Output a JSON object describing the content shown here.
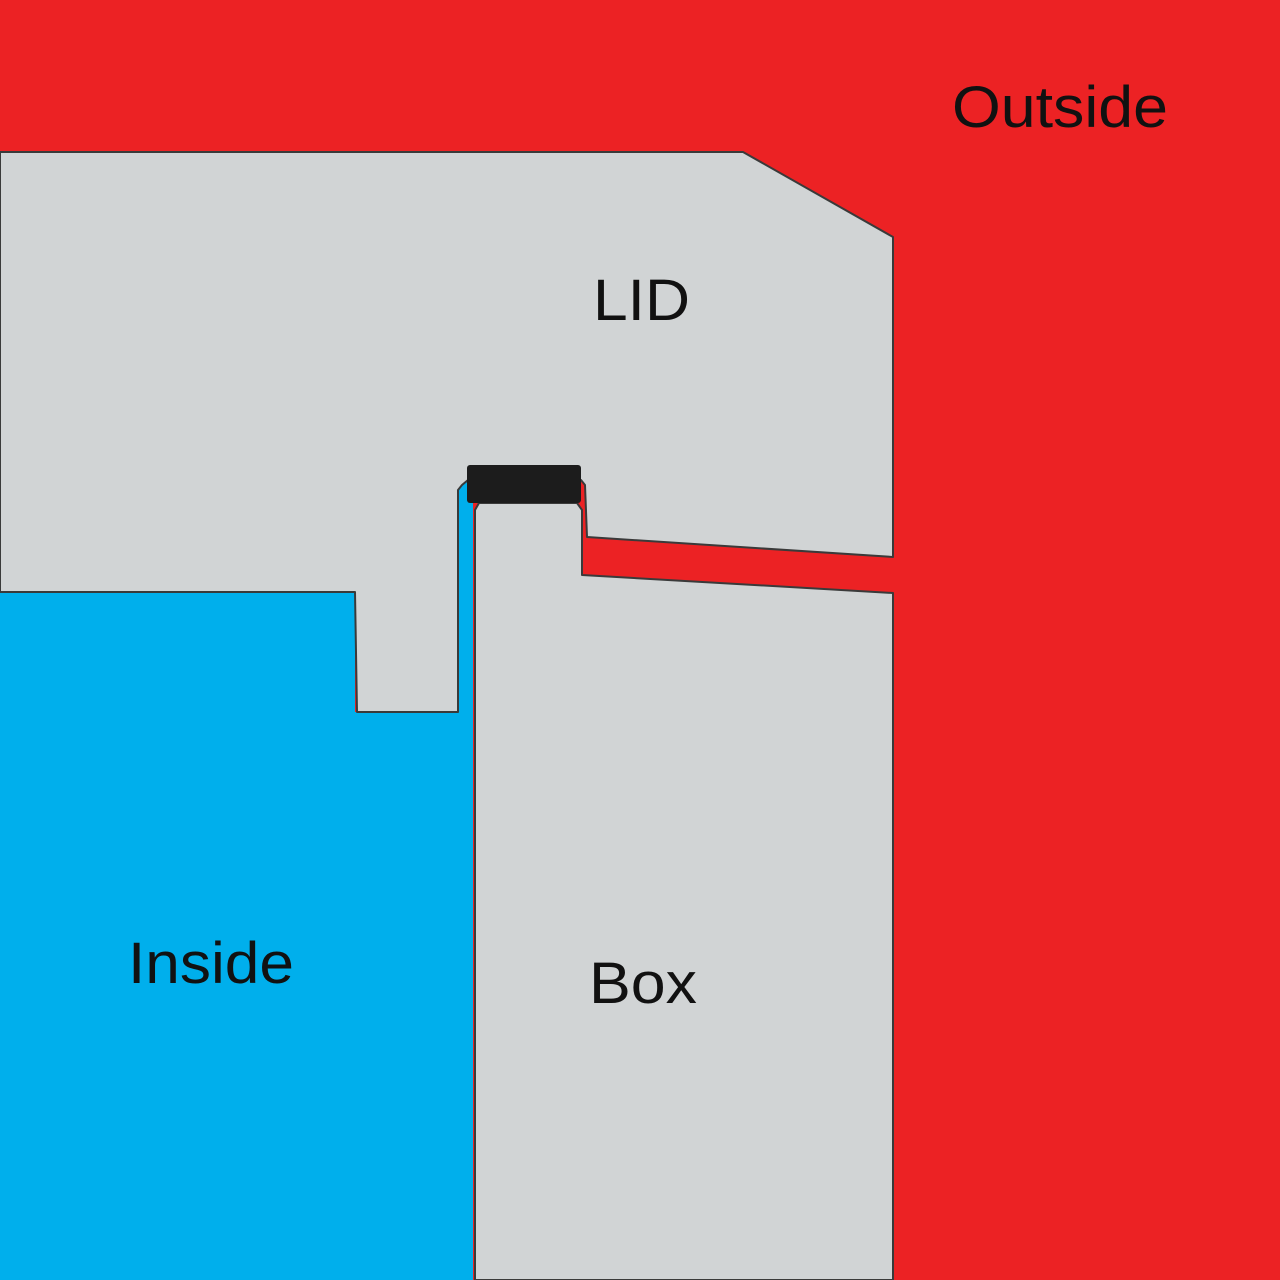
{
  "labels": {
    "outside": "Outside",
    "lid": "LID",
    "inside": "Inside",
    "box": "Box"
  },
  "colors": {
    "outside": "#ec2224",
    "inside": "#00afec",
    "part": "#d1d4d5",
    "seal": "#1c1c1c",
    "outline": "#3a3a3a"
  }
}
